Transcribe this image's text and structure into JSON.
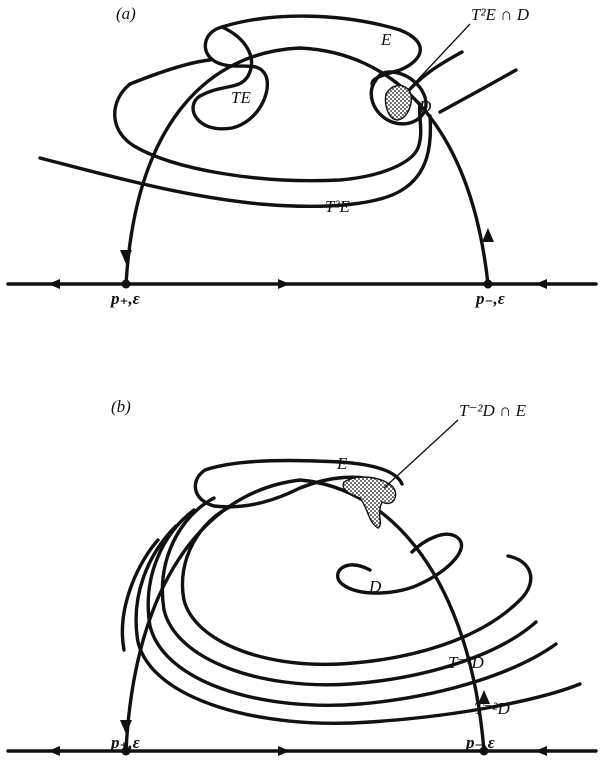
{
  "colors": {
    "ink": "#111111",
    "background": "#ffffff",
    "stipple": "#111111"
  },
  "panel_a": {
    "panel_label": "(a)",
    "set_E": "E",
    "set_TE": "TE",
    "set_T2E": "T²E",
    "set_D": "D",
    "intersection": "T²E ∩ D",
    "point_plus": "p₊,ε",
    "point_minus": "p₋,ε"
  },
  "panel_b": {
    "panel_label": "(b)",
    "set_E": "E",
    "set_D": "D",
    "set_Tm1D": "T⁻¹D",
    "set_Tm2D": "T⁻²D",
    "intersection": "T⁻²D ∩ E",
    "point_plus": "p₊,ε",
    "point_minus": "p₋,ε"
  }
}
